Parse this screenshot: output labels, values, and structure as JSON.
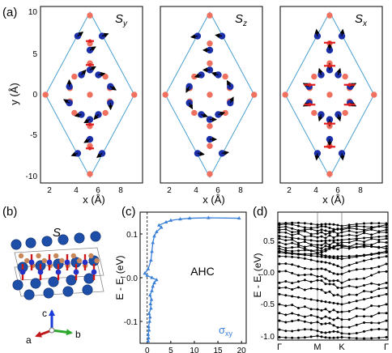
{
  "panels": {
    "a": {
      "label": "(a)",
      "x_label": "x (Å)",
      "y_label": "y (Å)",
      "x_ticks": [
        "2",
        "4",
        "6",
        "8"
      ],
      "y_ticks": [
        "10",
        "5",
        "0",
        "-5",
        "-10"
      ],
      "subplots": [
        {
          "title_main": "S",
          "title_sub": "y"
        },
        {
          "title_main": "S",
          "title_sub": "z"
        },
        {
          "title_main": "S",
          "title_sub": "x"
        }
      ]
    },
    "b": {
      "label": "(b)",
      "title_main": "S",
      "title_sub": "z",
      "axes": {
        "c": "c",
        "a": "a",
        "b": "b"
      }
    },
    "c": {
      "label": "(c)",
      "y_label": "E - E",
      "y_label_sub": "f",
      "y_label_unit": " (eV)",
      "annotation": "AHC",
      "legend_main": "σ",
      "legend_sub": "xy",
      "x_ticks": [
        "0",
        "5",
        "10",
        "15",
        "20"
      ],
      "y_ticks": [
        "0.1",
        "0.0",
        "-0.1"
      ]
    },
    "d": {
      "label": "(d)",
      "y_label": "E - E",
      "y_label_sub": "f",
      "y_label_unit": " (eV)",
      "k_labels": [
        "Γ",
        "M",
        "K",
        "Γ"
      ],
      "y_ticks": [
        "0.5",
        "0.0",
        "-0.5",
        "-1.0"
      ]
    }
  },
  "colors": {
    "blue_atom": "#1a2fa8",
    "red_atom": "#f07060",
    "cell": "#4a9fd0",
    "ahc_curve": "#3a7fd8",
    "spin_red": "#e02020"
  },
  "chart_data": [
    {
      "type": "line",
      "title": "AHC",
      "ylabel": "E - Ef (eV)",
      "xlabel": "",
      "xlim": [
        -1.5,
        21
      ],
      "ylim": [
        -0.15,
        0.15
      ],
      "series": [
        {
          "name": "σxy",
          "x": [
            0.2,
            0.3,
            0.2,
            0.4,
            0.3,
            0.5,
            0.6,
            0.4,
            0.8,
            0.7,
            0.9,
            0.6,
            1.0,
            1.2,
            1.5,
            2.0,
            1.0,
            0.0,
            -0.5,
            0.2,
            0.8,
            1.0,
            1.2,
            1.5,
            2.0,
            3.0,
            2.5,
            4.0,
            5.0,
            7.0,
            9.0,
            13.0,
            19.5
          ],
          "y": [
            -0.145,
            -0.138,
            -0.13,
            -0.12,
            -0.112,
            -0.1,
            -0.09,
            -0.082,
            -0.07,
            -0.06,
            -0.05,
            -0.04,
            -0.03,
            -0.02,
            -0.012,
            -0.005,
            0.0,
            0.005,
            0.01,
            0.02,
            0.04,
            0.06,
            0.08,
            0.095,
            0.105,
            0.115,
            0.12,
            0.127,
            0.131,
            0.134,
            0.136,
            0.137,
            0.136
          ]
        }
      ]
    }
  ]
}
